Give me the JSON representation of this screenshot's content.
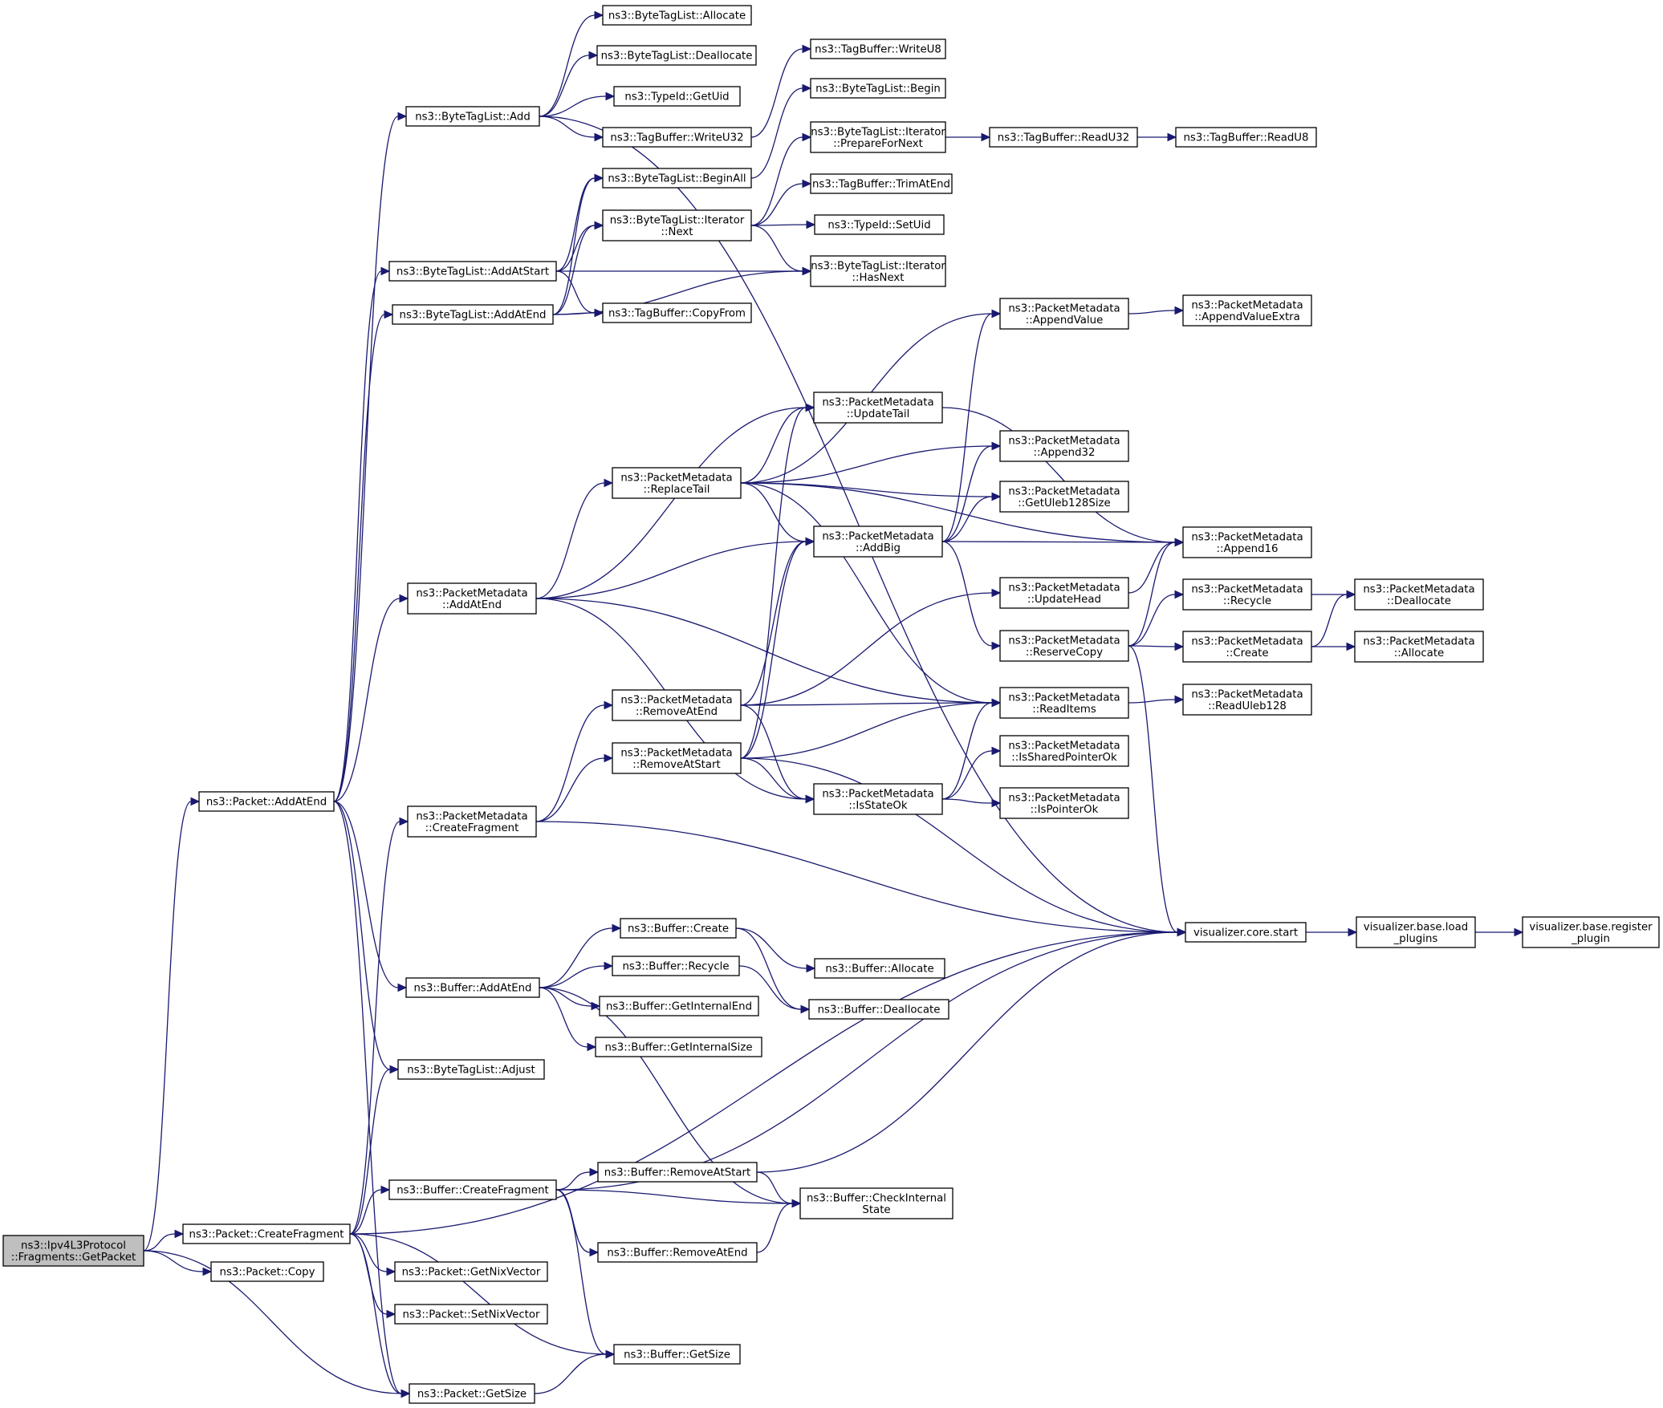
{
  "colors": {
    "edge": "#191970",
    "node_border": "#000000",
    "node_fill": "#ffffff",
    "root_fill": "#bfbfbf",
    "background": "#ffffff"
  },
  "nodes": [
    {
      "id": "root",
      "lines": [
        "ns3::Ipv4L3Protocol",
        "::Fragments::GetPacket"
      ],
      "root": true
    },
    {
      "id": "pAddAtEnd",
      "lines": [
        "ns3::Packet::AddAtEnd"
      ]
    },
    {
      "id": "pCreateFragment",
      "lines": [
        "ns3::Packet::CreateFragment"
      ]
    },
    {
      "id": "pCopy",
      "lines": [
        "ns3::Packet::Copy"
      ]
    },
    {
      "id": "pGetSize",
      "lines": [
        "ns3::Packet::GetSize"
      ]
    },
    {
      "id": "btlAdd",
      "lines": [
        "ns3::ByteTagList::Add"
      ]
    },
    {
      "id": "btlAddAtStart",
      "lines": [
        "ns3::ByteTagList::AddAtStart"
      ]
    },
    {
      "id": "btlAddAtEnd",
      "lines": [
        "ns3::ByteTagList::AddAtEnd"
      ]
    },
    {
      "id": "pmAddAtEnd",
      "lines": [
        "ns3::PacketMetadata",
        "::AddAtEnd"
      ]
    },
    {
      "id": "pmCreateFragment",
      "lines": [
        "ns3::PacketMetadata",
        "::CreateFragment"
      ]
    },
    {
      "id": "bAddAtEnd",
      "lines": [
        "ns3::Buffer::AddAtEnd"
      ]
    },
    {
      "id": "btlAdjust",
      "lines": [
        "ns3::ByteTagList::Adjust"
      ]
    },
    {
      "id": "bCreateFragment",
      "lines": [
        "ns3::Buffer::CreateFragment"
      ]
    },
    {
      "id": "pGetNixVector",
      "lines": [
        "ns3::Packet::GetNixVector"
      ]
    },
    {
      "id": "pSetNixVector",
      "lines": [
        "ns3::Packet::SetNixVector"
      ]
    },
    {
      "id": "btlAllocate",
      "lines": [
        "ns3::ByteTagList::Allocate"
      ]
    },
    {
      "id": "btlDeallocate",
      "lines": [
        "ns3::ByteTagList::Deallocate"
      ]
    },
    {
      "id": "tidGetUid",
      "lines": [
        "ns3::TypeId::GetUid"
      ]
    },
    {
      "id": "tbWriteU32",
      "lines": [
        "ns3::TagBuffer::WriteU32"
      ]
    },
    {
      "id": "btlBeginAll",
      "lines": [
        "ns3::ByteTagList::BeginAll"
      ]
    },
    {
      "id": "btliNext",
      "lines": [
        "ns3::ByteTagList::Iterator",
        "::Next"
      ]
    },
    {
      "id": "tbCopyFrom",
      "lines": [
        "ns3::TagBuffer::CopyFrom"
      ]
    },
    {
      "id": "pmReplaceTail",
      "lines": [
        "ns3::PacketMetadata",
        "::ReplaceTail"
      ]
    },
    {
      "id": "pmRemoveAtEnd",
      "lines": [
        "ns3::PacketMetadata",
        "::RemoveAtEnd"
      ]
    },
    {
      "id": "pmRemoveAtStart",
      "lines": [
        "ns3::PacketMetadata",
        "::RemoveAtStart"
      ]
    },
    {
      "id": "bCreate",
      "lines": [
        "ns3::Buffer::Create"
      ]
    },
    {
      "id": "bRecycle",
      "lines": [
        "ns3::Buffer::Recycle"
      ]
    },
    {
      "id": "bGetInternalEnd",
      "lines": [
        "ns3::Buffer::GetInternalEnd"
      ]
    },
    {
      "id": "bGetInternalSize",
      "lines": [
        "ns3::Buffer::GetInternalSize"
      ]
    },
    {
      "id": "bRemoveAtStart",
      "lines": [
        "ns3::Buffer::RemoveAtStart"
      ]
    },
    {
      "id": "bRemoveAtEnd",
      "lines": [
        "ns3::Buffer::RemoveAtEnd"
      ]
    },
    {
      "id": "bGetSize",
      "lines": [
        "ns3::Buffer::GetSize"
      ]
    },
    {
      "id": "tbWriteU8",
      "lines": [
        "ns3::TagBuffer::WriteU8"
      ]
    },
    {
      "id": "btlBegin",
      "lines": [
        "ns3::ByteTagList::Begin"
      ]
    },
    {
      "id": "btliPrepareForNext",
      "lines": [
        "ns3::ByteTagList::Iterator",
        "::PrepareForNext"
      ]
    },
    {
      "id": "tbTrimAtEnd",
      "lines": [
        "ns3::TagBuffer::TrimAtEnd"
      ]
    },
    {
      "id": "tidSetUid",
      "lines": [
        "ns3::TypeId::SetUid"
      ]
    },
    {
      "id": "btliHasNext",
      "lines": [
        "ns3::ByteTagList::Iterator",
        "::HasNext"
      ]
    },
    {
      "id": "pmUpdateTail",
      "lines": [
        "ns3::PacketMetadata",
        "::UpdateTail"
      ]
    },
    {
      "id": "pmAddBig",
      "lines": [
        "ns3::PacketMetadata",
        "::AddBig"
      ]
    },
    {
      "id": "pmIsStateOk",
      "lines": [
        "ns3::PacketMetadata",
        "::IsStateOk"
      ]
    },
    {
      "id": "bAllocate",
      "lines": [
        "ns3::Buffer::Allocate"
      ]
    },
    {
      "id": "bDeallocate",
      "lines": [
        "ns3::Buffer::Deallocate"
      ]
    },
    {
      "id": "bCheckInternalState",
      "lines": [
        "ns3::Buffer::CheckInternal",
        "State"
      ]
    },
    {
      "id": "tbReadU32",
      "lines": [
        "ns3::TagBuffer::ReadU32"
      ]
    },
    {
      "id": "pmAppendValue",
      "lines": [
        "ns3::PacketMetadata",
        "::AppendValue"
      ]
    },
    {
      "id": "pmAppend32",
      "lines": [
        "ns3::PacketMetadata",
        "::Append32"
      ]
    },
    {
      "id": "pmGetUleb128Size",
      "lines": [
        "ns3::PacketMetadata",
        "::GetUleb128Size"
      ]
    },
    {
      "id": "pmUpdateHead",
      "lines": [
        "ns3::PacketMetadata",
        "::UpdateHead"
      ]
    },
    {
      "id": "pmReserveCopy",
      "lines": [
        "ns3::PacketMetadata",
        "::ReserveCopy"
      ]
    },
    {
      "id": "pmReadItems",
      "lines": [
        "ns3::PacketMetadata",
        "::ReadItems"
      ]
    },
    {
      "id": "pmIsSharedPointerOk",
      "lines": [
        "ns3::PacketMetadata",
        "::IsSharedPointerOk"
      ]
    },
    {
      "id": "pmIsPointerOk",
      "lines": [
        "ns3::PacketMetadata",
        "::IsPointerOk"
      ]
    },
    {
      "id": "vizCoreStart",
      "lines": [
        "visualizer.core.start"
      ]
    },
    {
      "id": "tbReadU8",
      "lines": [
        "ns3::TagBuffer::ReadU8"
      ]
    },
    {
      "id": "pmAppendValueExtra",
      "lines": [
        "ns3::PacketMetadata",
        "::AppendValueExtra"
      ]
    },
    {
      "id": "pmAppend16",
      "lines": [
        "ns3::PacketMetadata",
        "::Append16"
      ]
    },
    {
      "id": "pmRecycle",
      "lines": [
        "ns3::PacketMetadata",
        "::Recycle"
      ]
    },
    {
      "id": "pmCreate",
      "lines": [
        "ns3::PacketMetadata",
        "::Create"
      ]
    },
    {
      "id": "pmReadUleb128",
      "lines": [
        "ns3::PacketMetadata",
        "::ReadUleb128"
      ]
    },
    {
      "id": "vizLoadPlugins",
      "lines": [
        "visualizer.base.load",
        "_plugins"
      ]
    },
    {
      "id": "pmDeallocate",
      "lines": [
        "ns3::PacketMetadata",
        "::Deallocate"
      ]
    },
    {
      "id": "pmAllocate",
      "lines": [
        "ns3::PacketMetadata",
        "::Allocate"
      ]
    },
    {
      "id": "vizRegisterPlugin",
      "lines": [
        "visualizer.base.register",
        "_plugin"
      ]
    }
  ],
  "edges": [
    [
      "root",
      "pAddAtEnd"
    ],
    [
      "root",
      "pCreateFragment"
    ],
    [
      "root",
      "pCopy"
    ],
    [
      "root",
      "pGetSize"
    ],
    [
      "pAddAtEnd",
      "btlAdd"
    ],
    [
      "pAddAtEnd",
      "btlAddAtStart"
    ],
    [
      "pAddAtEnd",
      "btlAddAtEnd"
    ],
    [
      "pAddAtEnd",
      "pmAddAtEnd"
    ],
    [
      "pAddAtEnd",
      "bAddAtEnd"
    ],
    [
      "pAddAtEnd",
      "btlAdjust"
    ],
    [
      "pAddAtEnd",
      "pGetSize"
    ],
    [
      "pCreateFragment",
      "pmCreateFragment"
    ],
    [
      "pCreateFragment",
      "btlAdjust"
    ],
    [
      "pCreateFragment",
      "bCreateFragment"
    ],
    [
      "pCreateFragment",
      "pGetNixVector"
    ],
    [
      "pCreateFragment",
      "pSetNixVector"
    ],
    [
      "pCreateFragment",
      "bGetSize"
    ],
    [
      "pCreateFragment",
      "pGetSize"
    ],
    [
      "pCreateFragment",
      "vizCoreStart"
    ],
    [
      "pGetSize",
      "bGetSize"
    ],
    [
      "btlAdd",
      "btlAllocate"
    ],
    [
      "btlAdd",
      "btlDeallocate"
    ],
    [
      "btlAdd",
      "tidGetUid"
    ],
    [
      "btlAdd",
      "tbWriteU32"
    ],
    [
      "btlAdd",
      "vizCoreStart"
    ],
    [
      "btlAddAtStart",
      "btlBeginAll"
    ],
    [
      "btlAddAtStart",
      "btliNext"
    ],
    [
      "btlAddAtStart",
      "btliHasNext"
    ],
    [
      "btlAddAtStart",
      "tbCopyFrom"
    ],
    [
      "btlAddAtEnd",
      "btlBeginAll"
    ],
    [
      "btlAddAtEnd",
      "btliNext"
    ],
    [
      "btlAddAtEnd",
      "btliHasNext"
    ],
    [
      "btlAddAtEnd",
      "tbCopyFrom"
    ],
    [
      "tbWriteU32",
      "tbWriteU8"
    ],
    [
      "btlBeginAll",
      "btlBegin"
    ],
    [
      "btliNext",
      "btliPrepareForNext"
    ],
    [
      "btliNext",
      "tbTrimAtEnd"
    ],
    [
      "btliNext",
      "tidSetUid"
    ],
    [
      "btliNext",
      "btliHasNext"
    ],
    [
      "btliPrepareForNext",
      "tbReadU32"
    ],
    [
      "tbReadU32",
      "tbReadU8"
    ],
    [
      "pmAddAtEnd",
      "pmUpdateTail"
    ],
    [
      "pmAddAtEnd",
      "pmReplaceTail"
    ],
    [
      "pmAddAtEnd",
      "pmAddBig"
    ],
    [
      "pmAddAtEnd",
      "pmReadItems"
    ],
    [
      "pmAddAtEnd",
      "pmIsStateOk"
    ],
    [
      "pmReplaceTail",
      "pmAppendValue"
    ],
    [
      "pmReplaceTail",
      "pmUpdateTail"
    ],
    [
      "pmReplaceTail",
      "pmAppend16"
    ],
    [
      "pmReplaceTail",
      "pmAppend32"
    ],
    [
      "pmReplaceTail",
      "pmGetUleb128Size"
    ],
    [
      "pmReplaceTail",
      "pmAddBig"
    ],
    [
      "pmReplaceTail",
      "pmReadItems"
    ],
    [
      "pmUpdateTail",
      "pmAppend16"
    ],
    [
      "pmAddBig",
      "pmAppendValue"
    ],
    [
      "pmAddBig",
      "pmAppend32"
    ],
    [
      "pmAddBig",
      "pmGetUleb128Size"
    ],
    [
      "pmAddBig",
      "pmAppend16"
    ],
    [
      "pmAddBig",
      "pmReserveCopy"
    ],
    [
      "pmAppendValue",
      "pmAppendValueExtra"
    ],
    [
      "pmCreateFragment",
      "pmRemoveAtEnd"
    ],
    [
      "pmCreateFragment",
      "pmRemoveAtStart"
    ],
    [
      "pmCreateFragment",
      "vizCoreStart"
    ],
    [
      "pmRemoveAtEnd",
      "pmAddBig"
    ],
    [
      "pmRemoveAtEnd",
      "pmUpdateHead"
    ],
    [
      "pmRemoveAtEnd",
      "pmReadItems"
    ],
    [
      "pmRemoveAtEnd",
      "pmIsStateOk"
    ],
    [
      "pmRemoveAtStart",
      "pmUpdateTail"
    ],
    [
      "pmRemoveAtStart",
      "pmAddBig"
    ],
    [
      "pmRemoveAtStart",
      "pmReadItems"
    ],
    [
      "pmRemoveAtStart",
      "pmIsStateOk"
    ],
    [
      "pmRemoveAtStart",
      "vizCoreStart"
    ],
    [
      "pmUpdateHead",
      "pmAppend16"
    ],
    [
      "pmReserveCopy",
      "pmAppend16"
    ],
    [
      "pmReserveCopy",
      "pmRecycle"
    ],
    [
      "pmReserveCopy",
      "pmCreate"
    ],
    [
      "pmReserveCopy",
      "vizCoreStart"
    ],
    [
      "pmRecycle",
      "pmDeallocate"
    ],
    [
      "pmCreate",
      "pmDeallocate"
    ],
    [
      "pmCreate",
      "pmAllocate"
    ],
    [
      "pmReadItems",
      "pmReadUleb128"
    ],
    [
      "pmIsStateOk",
      "pmReadItems"
    ],
    [
      "pmIsStateOk",
      "pmIsSharedPointerOk"
    ],
    [
      "pmIsStateOk",
      "pmIsPointerOk"
    ],
    [
      "vizCoreStart",
      "vizLoadPlugins"
    ],
    [
      "vizLoadPlugins",
      "vizRegisterPlugin"
    ],
    [
      "bAddAtEnd",
      "bCreate"
    ],
    [
      "bAddAtEnd",
      "bRecycle"
    ],
    [
      "bAddAtEnd",
      "bGetInternalEnd"
    ],
    [
      "bAddAtEnd",
      "bGetInternalSize"
    ],
    [
      "bAddAtEnd",
      "bCheckInternalState"
    ],
    [
      "bCreate",
      "bAllocate"
    ],
    [
      "bCreate",
      "bDeallocate"
    ],
    [
      "bRecycle",
      "bDeallocate"
    ],
    [
      "bCreateFragment",
      "bRemoveAtStart"
    ],
    [
      "bCreateFragment",
      "bCheckInternalState"
    ],
    [
      "bCreateFragment",
      "bRemoveAtEnd"
    ],
    [
      "bCreateFragment",
      "bGetSize"
    ],
    [
      "bCreateFragment",
      "vizCoreStart"
    ],
    [
      "bRemoveAtStart",
      "bCheckInternalState"
    ],
    [
      "bRemoveAtStart",
      "vizCoreStart"
    ],
    [
      "bRemoveAtEnd",
      "bCheckInternalState"
    ]
  ]
}
